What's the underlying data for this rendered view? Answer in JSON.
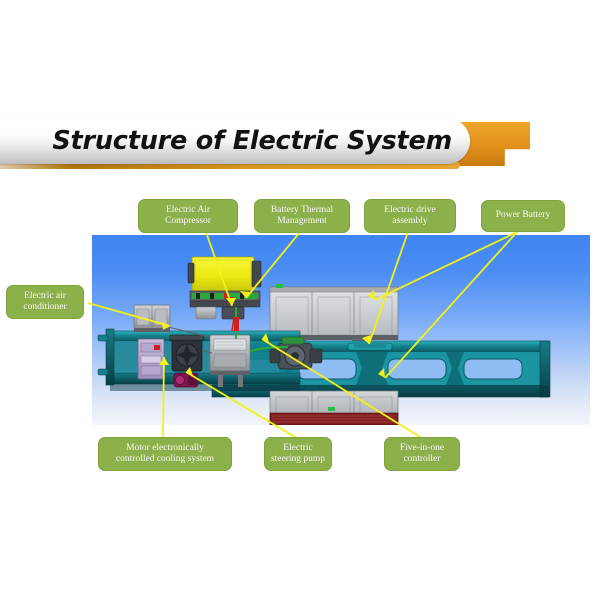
{
  "slide": {
    "title": "Structure of Electric System",
    "background_color": "#ffffff",
    "accent_color": "#e2901c",
    "label_color": "#8cb04a",
    "leader_color": "#f2f215"
  },
  "image_panel": {
    "name": "electric-system-chassis-diagram",
    "background_top_color": "#3f85f2",
    "background_bottom_color": "#f3f5fb",
    "chassis_color": "#1a8a96",
    "battery_box_color": "#b9bcc0",
    "compressor_color": "#f2ed1a",
    "base_rail_color": "#7d1f1f"
  },
  "callouts": [
    {
      "id": "electric-air-compressor",
      "text": "Electric Air\nCompressor"
    },
    {
      "id": "battery-thermal-management",
      "text": "Battery Thermal\nManagement"
    },
    {
      "id": "electric-drive-assembly",
      "text": "Electric drive\nassembly"
    },
    {
      "id": "power-battery",
      "text": "Power Battery"
    },
    {
      "id": "electric-air-conditioner",
      "text": "Electric air\nconditioner"
    },
    {
      "id": "motor-cooling-system",
      "text": "Motor electronically\ncontrolled cooling system"
    },
    {
      "id": "electric-steering-pump",
      "text": "Electric\nsteering pump"
    },
    {
      "id": "five-in-one-controller",
      "text": "Five-in-one\ncontroller"
    }
  ]
}
